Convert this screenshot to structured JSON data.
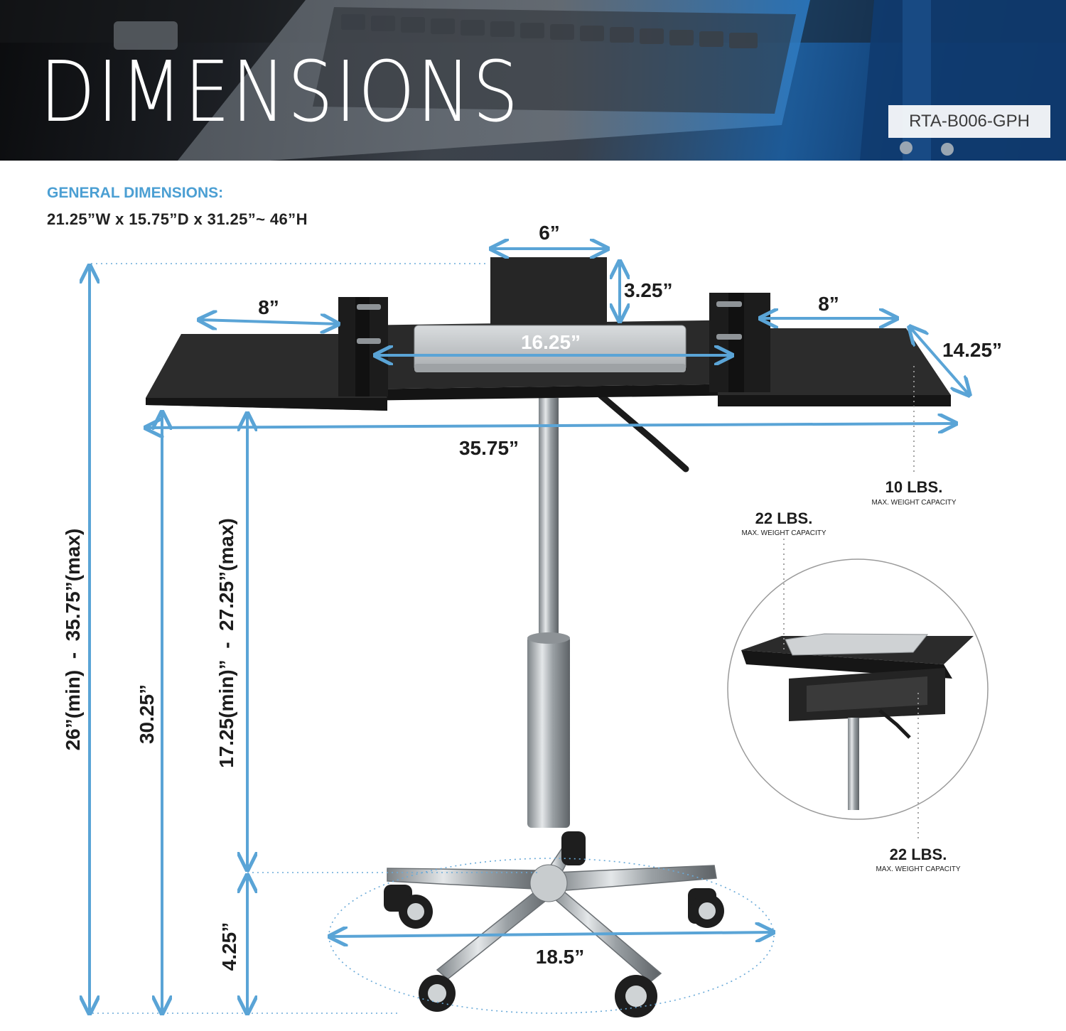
{
  "banner": {
    "title": "DIMENSIONS",
    "model": "RTA-B006-GPH"
  },
  "general": {
    "label": "GENERAL DIMENSIONS:",
    "value": "21.25”W x 15.75”D x 31.25”~ 46”H"
  },
  "dimensions": {
    "stop_width": "6”",
    "stop_height": "3.25”",
    "left_wing": "8”",
    "right_wing": "8”",
    "center_width": "16.25”",
    "wing_depth": "14.25”",
    "total_width": "35.75”",
    "base_diameter": "18.5”",
    "caster_height": "4.25”",
    "overall_height": "26”(min)  -  35.75”(max)",
    "table_height": "30.25”",
    "column_height": "17.25(min)”  -  27.25”(max)"
  },
  "capacities": {
    "wing": {
      "value": "10 LBS.",
      "label": "MAX. WEIGHT CAPACITY"
    },
    "top": {
      "value": "22 LBS.",
      "label": "MAX. WEIGHT CAPACITY"
    },
    "shelf": {
      "value": "22 LBS.",
      "label": "MAX. WEIGHT CAPACITY"
    }
  },
  "colors": {
    "accent": "#4b9fd3",
    "dimension_line": "#5aa4d6",
    "table_top": "#262626",
    "chrome": "#b6babd"
  }
}
